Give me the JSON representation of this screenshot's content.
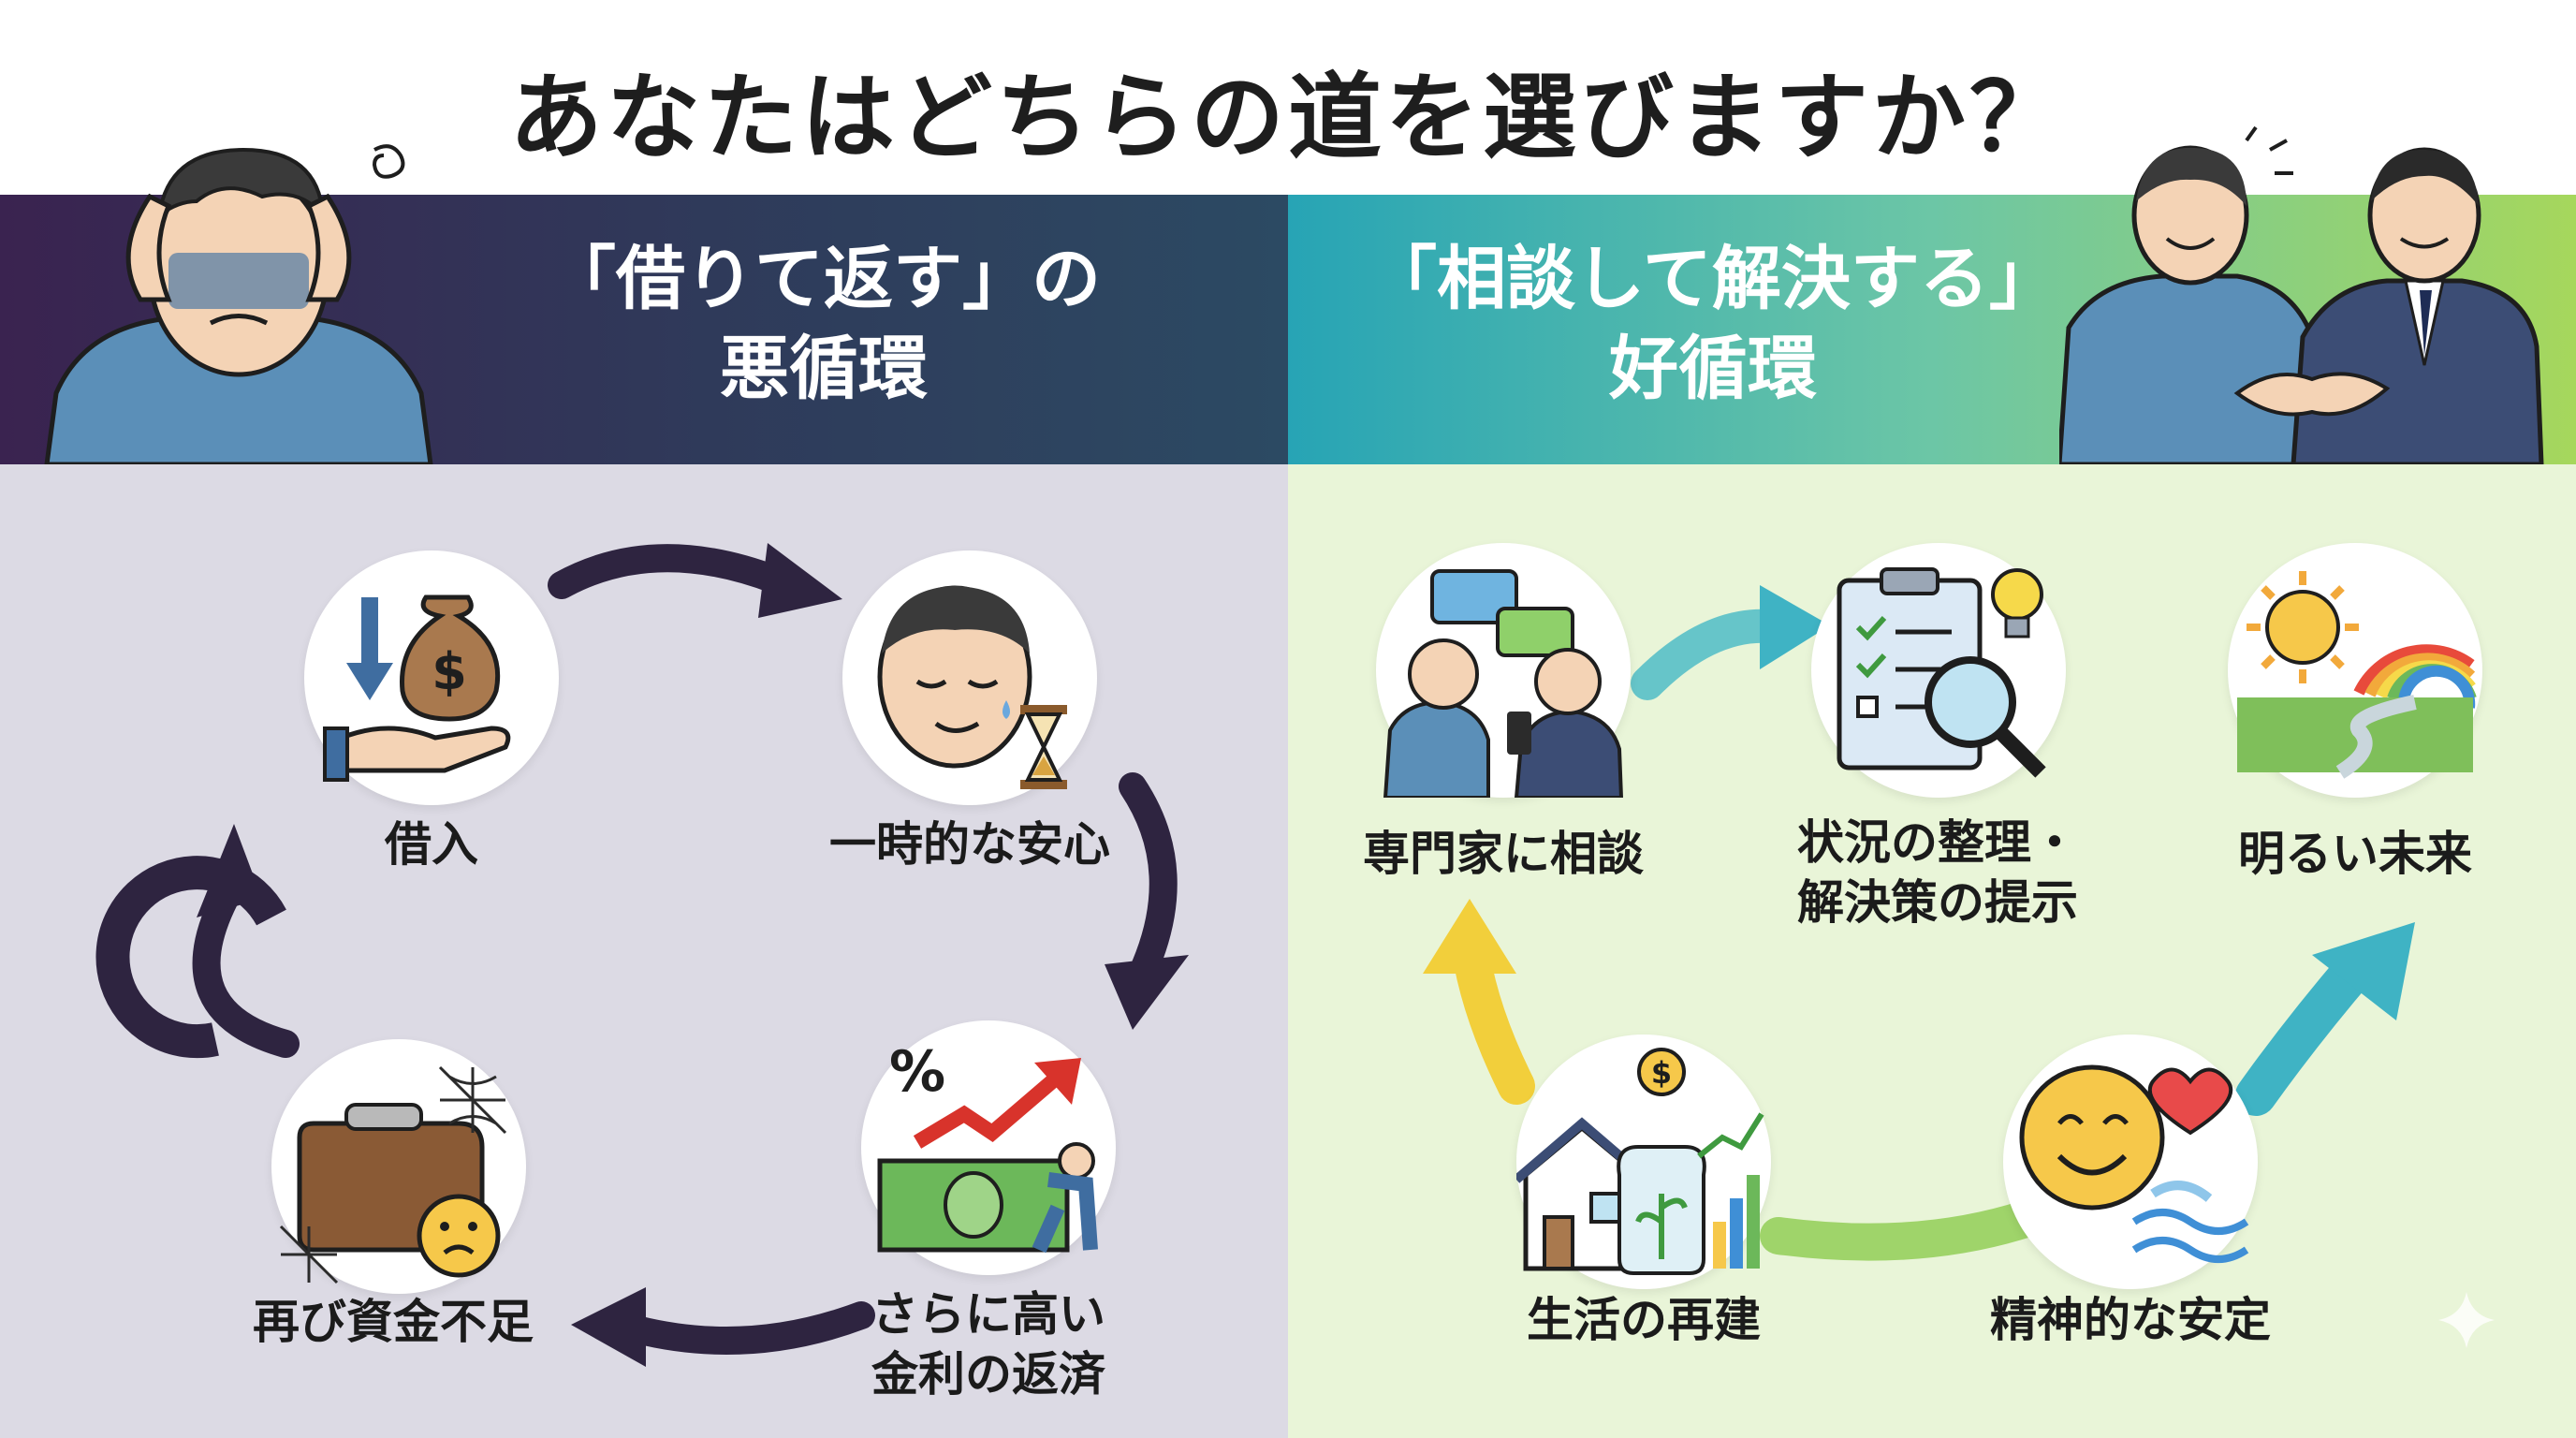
{
  "title": "あなたはどちらの道を選びますか？",
  "left": {
    "header_line1": "「借りて返す」の",
    "header_line2": "悪循環",
    "cycle": [
      {
        "label": "借入",
        "icon": "money-bag-hand-icon"
      },
      {
        "label": "一時的な安心",
        "icon": "relieved-face-hourglass-icon"
      },
      {
        "label_line1": "さらに高い",
        "label_line2": "金利の返済",
        "icon": "high-interest-burden-icon"
      },
      {
        "label": "再び資金不足",
        "icon": "empty-wallet-cobweb-icon"
      }
    ]
  },
  "right": {
    "header_line1": "「相談して解決する」",
    "header_line2": "好循環",
    "steps": [
      {
        "label": "専門家に相談",
        "icon": "consultation-icon"
      },
      {
        "label_line1": "状況の整理・",
        "label_line2": "解決策の提示",
        "icon": "clipboard-magnifier-icon"
      },
      {
        "label": "明るい未来",
        "icon": "sun-rainbow-icon"
      },
      {
        "label": "精神的な安定",
        "icon": "smile-heart-icon"
      },
      {
        "label": "生活の再建",
        "icon": "house-growth-icon"
      }
    ]
  },
  "colors": {
    "left_arrow": "#2e2440",
    "right_arrow_yellow": "#f2cf3b",
    "right_arrow_teal": "#3fb3c4",
    "right_arrow_green": "#9fd46a"
  }
}
